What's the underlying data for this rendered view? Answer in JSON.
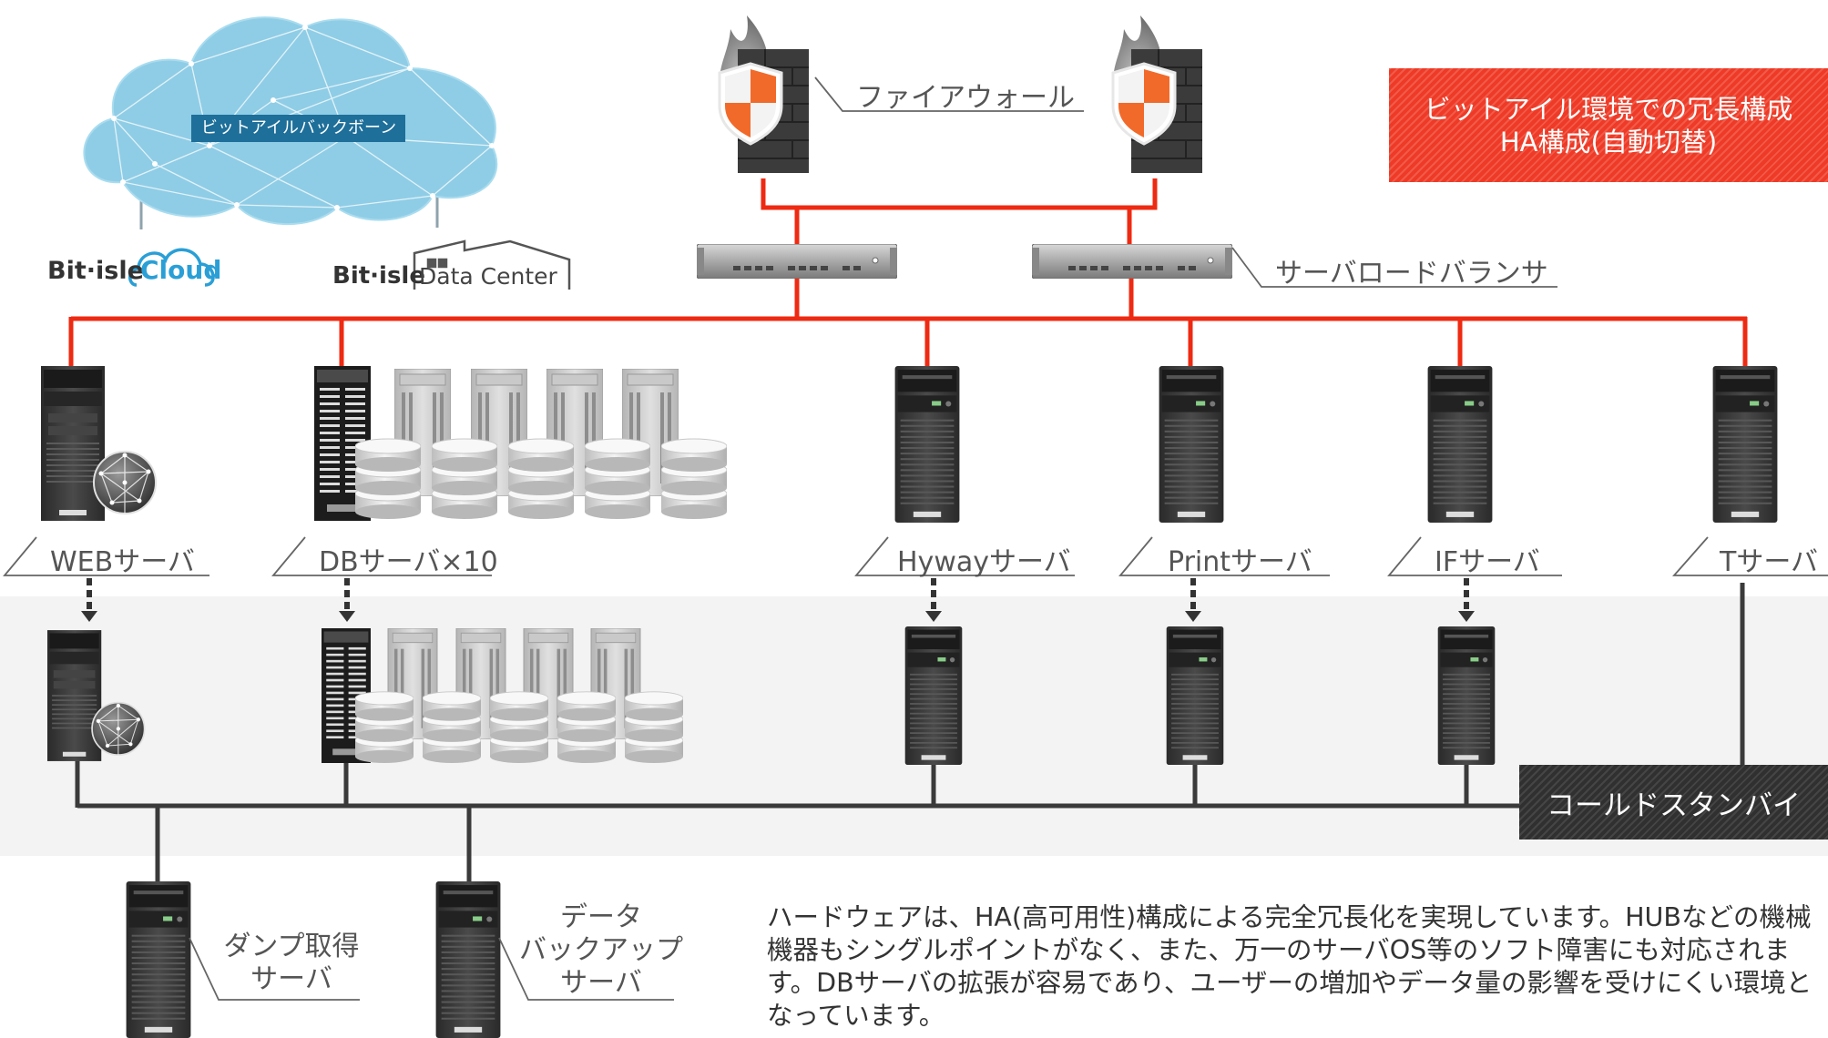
{
  "cloud": {
    "label": "ビットアイルバックボーン"
  },
  "logos": {
    "cloud_brand": "Bit·isle",
    "cloud_word": "Cloud",
    "dc_brand": "Bit·isle",
    "dc_word": "Data Center"
  },
  "firewall": {
    "label": "ファイアウォール"
  },
  "load_balancer": {
    "label": "サーバロードバランサ"
  },
  "ha_box": {
    "line1": "ビットアイル環境での冗長構成",
    "line2": "HA構成(自動切替)"
  },
  "servers": {
    "web": "WEBサーバ",
    "db": "DBサーバ×10",
    "hyway": "Hywayサーバ",
    "print": "Printサーバ",
    "if": "IFサーバ",
    "t": "Tサーバ"
  },
  "cold_standby": {
    "label": "コールドスタンバイ"
  },
  "dump_server": {
    "line1": "ダンプ取得",
    "line2": "サーバ"
  },
  "backup_server": {
    "line1": "データ",
    "line2": "バックアップ",
    "line3": "サーバ"
  },
  "description": "ハードウェアは、HA(高可用性)構成による完全冗長化を実現しています。HUBなどの機械機器もシングルポイントがなく、また、万一のサーバOS等のソフト障害にも対応されます。DBサーバの拡張が容易であり、ユーザーの増加やデータ量の影響を受けにくい環境となっています。",
  "colors": {
    "network_red": "#ee2a12",
    "standby_line": "#3a3a3a",
    "standby_band": "#f3f3f3",
    "cloud_blue": "#8fcde6",
    "cloud_label_bg": "#1e6f9a",
    "shield_orange": "#f26a2a"
  }
}
